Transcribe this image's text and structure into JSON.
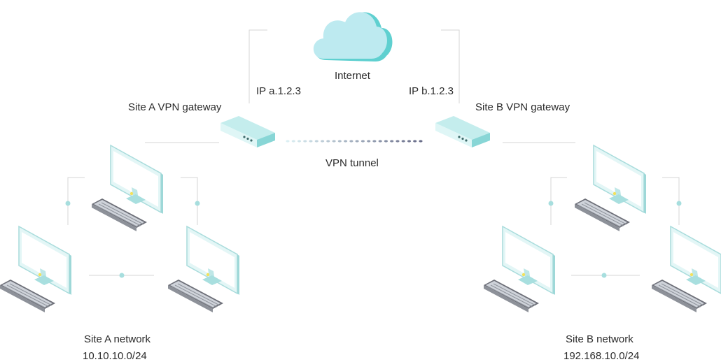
{
  "internet": {
    "label": "Internet"
  },
  "site_a": {
    "gateway_label": "Site A VPN gateway",
    "gateway_ip": "IP a.1.2.3",
    "network_label": "Site A network",
    "network_subnet": "10.10.10.0/24"
  },
  "site_b": {
    "gateway_label": "Site B VPN gateway",
    "gateway_ip": "IP b.1.2.3",
    "network_label": "Site B network",
    "network_subnet": "192.168.10.0/24"
  },
  "tunnel": {
    "label": "VPN tunnel"
  },
  "colors": {
    "line": "#d6d6d6",
    "node": "#a7dede",
    "cloud_light": "#bdeaf0",
    "cloud_dark": "#5fd0d0",
    "device_top": "#c2eded",
    "device_side": "#8fd9d9",
    "tunnel_start": "#dbeff3",
    "tunnel_end": "#6a6e8a"
  },
  "icons": {
    "cloud": "cloud-icon",
    "gateway": "router-icon",
    "computer": "desktop-computer-icon"
  }
}
